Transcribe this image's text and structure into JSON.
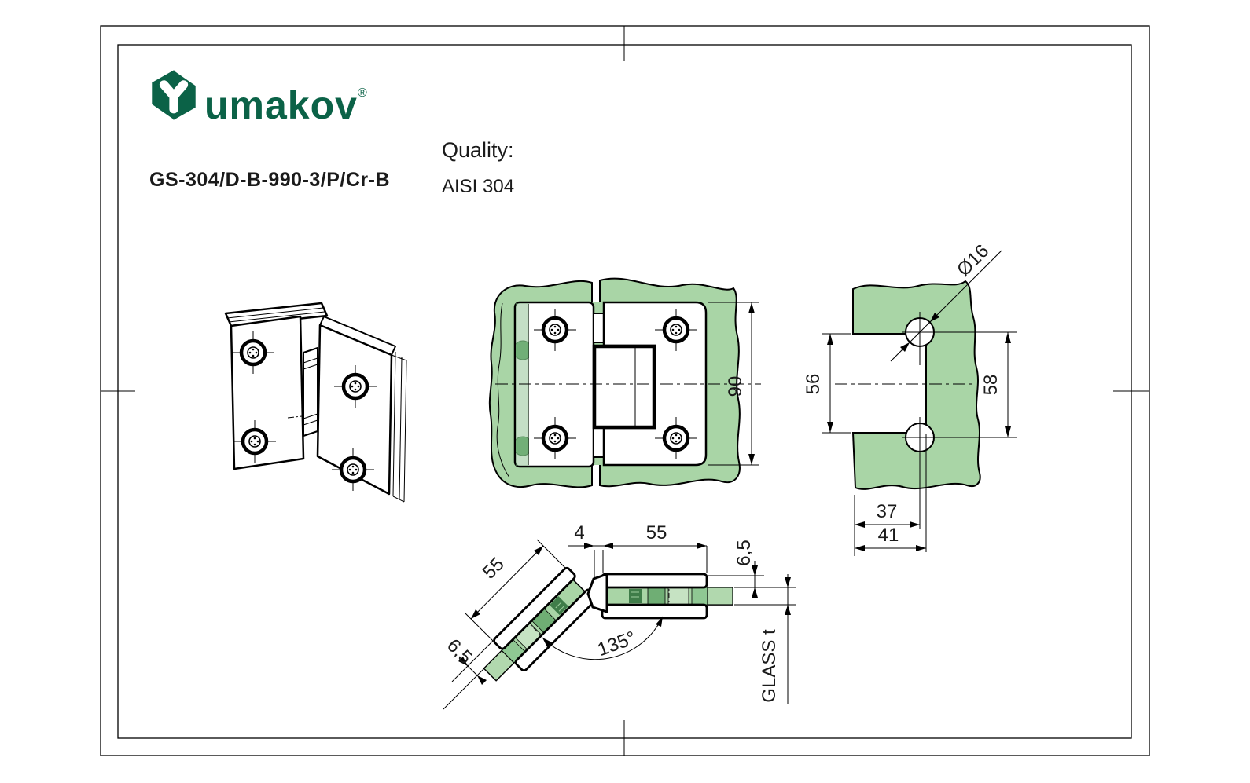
{
  "header": {
    "brand": "umakov",
    "registered_mark": "®",
    "product_code": "GS-304/D-B-990-3/P/Cr-B",
    "quality_label": "Quality:",
    "quality_value": "AISI 304"
  },
  "colors": {
    "brand_green": "#0b6247",
    "glass_green": "#a9d5a6",
    "glass_dark": "#6fae74",
    "glass_light": "#c6e3c3",
    "line_black": "#000000"
  },
  "views": {
    "front": {
      "dim_height": "90"
    },
    "glass_prep": {
      "dim_hole_diameter": "Ø16",
      "dim_cutout_height": "56",
      "dim_hole_pitch": "58",
      "dim_edge_to_hole_center": "37",
      "dim_edge_to_cutout": "41"
    },
    "section": {
      "dim_pivot_offset": "4",
      "dim_leaf_right": "55",
      "dim_leaf_left": "55",
      "dim_glass_offset_left": "6,5",
      "dim_glass_offset_right": "6,5",
      "dim_opening_angle": "135°",
      "dim_glass_thickness_label": "GLASS t"
    }
  }
}
